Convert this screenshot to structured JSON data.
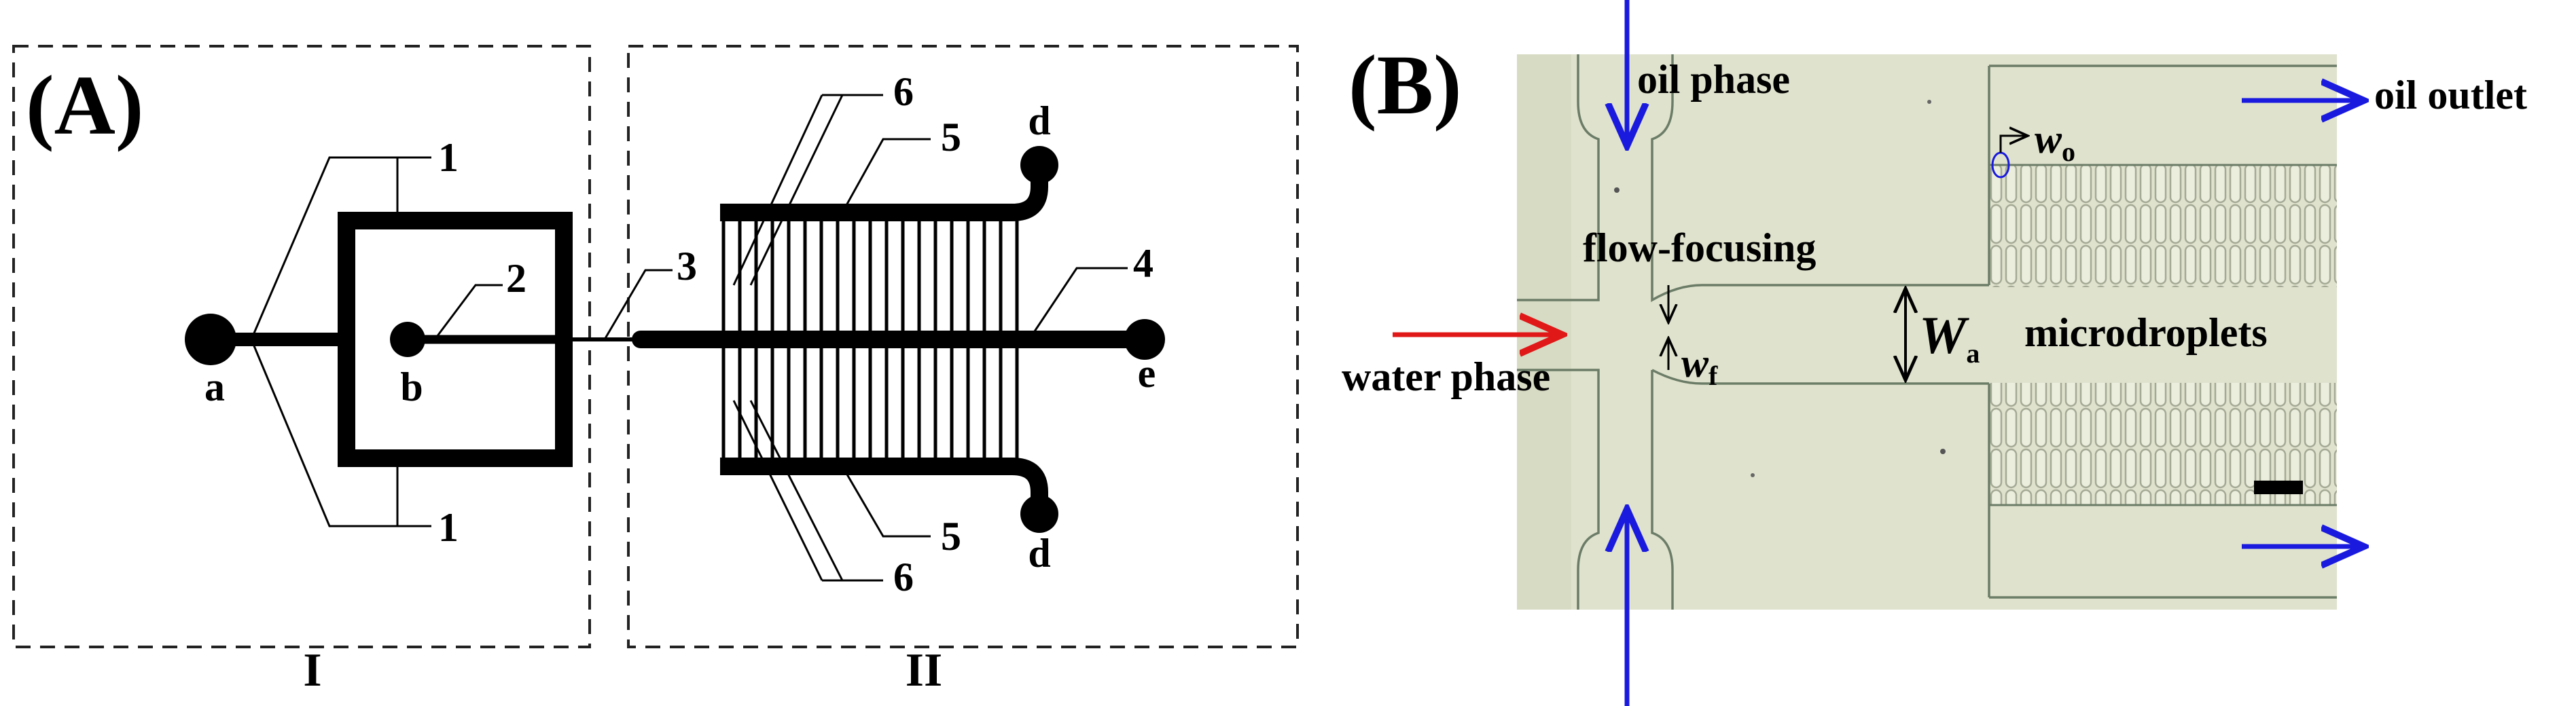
{
  "panel_a": {
    "label": "(A)",
    "region_labels": {
      "I": "I",
      "II": "II"
    },
    "numbers": {
      "n1_top": "1",
      "n1_bottom": "1",
      "n2": "2",
      "n3": "3",
      "n4": "4",
      "n5_top": "5",
      "n5_bottom": "5",
      "n6_top": "6",
      "n6_bottom": "6"
    },
    "ports": {
      "a": "a",
      "b": "b",
      "d_top": "d",
      "d_bottom": "d",
      "e": "e"
    }
  },
  "panel_b": {
    "label": "(B)",
    "texts": {
      "oil_phase": "oil phase",
      "oil_outlet": "oil outlet",
      "flow_focusing": "flow-focusing",
      "water_phase": "water phase",
      "microdroplets": "microdroplets"
    },
    "dims": {
      "w_o_main": "w",
      "w_o_sub": "o",
      "w_f_main": "w",
      "w_f_sub": "f",
      "W_a_main": "W",
      "W_a_sub": "a"
    },
    "colors": {
      "background": "#dfe2cd",
      "oil_arrow": "#1a1adf",
      "water_arrow": "#e01818"
    }
  }
}
